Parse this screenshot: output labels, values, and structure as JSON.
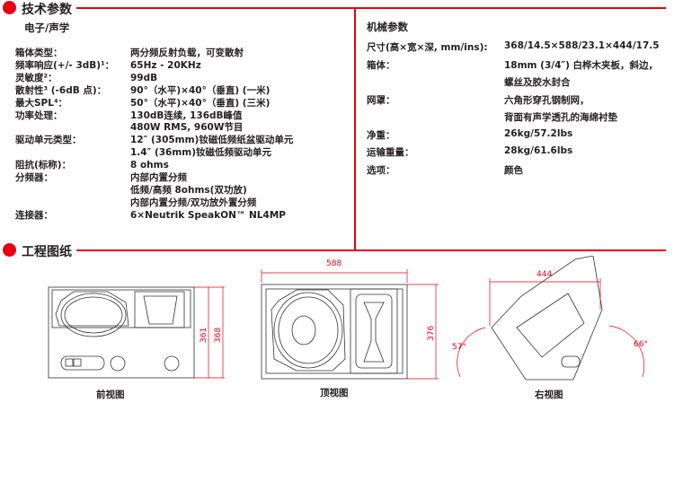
{
  "section_specs": {
    "title": "技术参数"
  },
  "electronic": {
    "title": "电子/声学",
    "rows": [
      {
        "label": "箱体类型：",
        "values": [
          "两分频反射负载，可变散射"
        ]
      },
      {
        "label": "频率响应(+/- 3dB)¹：",
        "values": [
          "65Hz - 20KHz"
        ]
      },
      {
        "label": "灵敏度²：",
        "values": [
          "99dB"
        ]
      },
      {
        "label": "散射性³ (-6dB 点)：",
        "values": [
          "90°（水平)×40°（垂直) (一米)"
        ]
      },
      {
        "label": "最大SPL⁴：",
        "values": [
          "50°（水平)×40°（垂直) (三米)"
        ]
      },
      {
        "label": "功率处理：",
        "values": [
          "130dB连续, 136dB峰值",
          "480W RMS, 960W节目"
        ]
      },
      {
        "label": "驱动单元类型：",
        "values": [
          "12″ (305mm)钕磁低频纸盆驱动单元",
          "1.4″ (36mm)钕磁低频驱动单元"
        ]
      },
      {
        "label": "阻抗(标称)：",
        "values": [
          "8 ohms"
        ]
      },
      {
        "label": "分频器：",
        "values": [
          "内部内置分频",
          "低频/高频 8ohms(双功放)",
          "内部内置分频/双功放外置分频"
        ]
      },
      {
        "label": "连接器：",
        "values": [
          "6×Neutrik SpeakON™ NL4MP"
        ]
      }
    ]
  },
  "mechanical": {
    "title": "机械参数",
    "rows": [
      {
        "label": "尺寸(高×宽×深, mm/ins):",
        "values": [
          "368/14.5×588/23.1×444/17.5"
        ]
      },
      {
        "label": "箱体：",
        "values": [
          "18mm (3/4″) 白桦木夹板，斜边，",
          "螺丝及胶水封合"
        ]
      },
      {
        "label": "网罩：",
        "values": [
          "六角形穿孔钢制网，",
          "背面有声学透孔的海绵衬垫"
        ]
      },
      {
        "label": "净重：",
        "values": [
          "26kg/57.2lbs"
        ]
      },
      {
        "label": "运输重量：",
        "values": [
          "28kg/61.6lbs"
        ]
      },
      {
        "label": "选项：",
        "values": [
          "颜色"
        ]
      }
    ]
  },
  "section_drawings": {
    "title": "工程图纸"
  },
  "drawings": {
    "front": {
      "caption": "前视图",
      "dim_inner": "361",
      "dim_outer": "368"
    },
    "top": {
      "caption": "顶视图",
      "dim_width": "588",
      "dim_height": "376"
    },
    "right": {
      "caption": "右视图",
      "dim_depth": "444",
      "angle_left": "57°",
      "angle_right": "66°"
    }
  },
  "colors": {
    "accent": "#e60012",
    "text": "#231f20"
  }
}
